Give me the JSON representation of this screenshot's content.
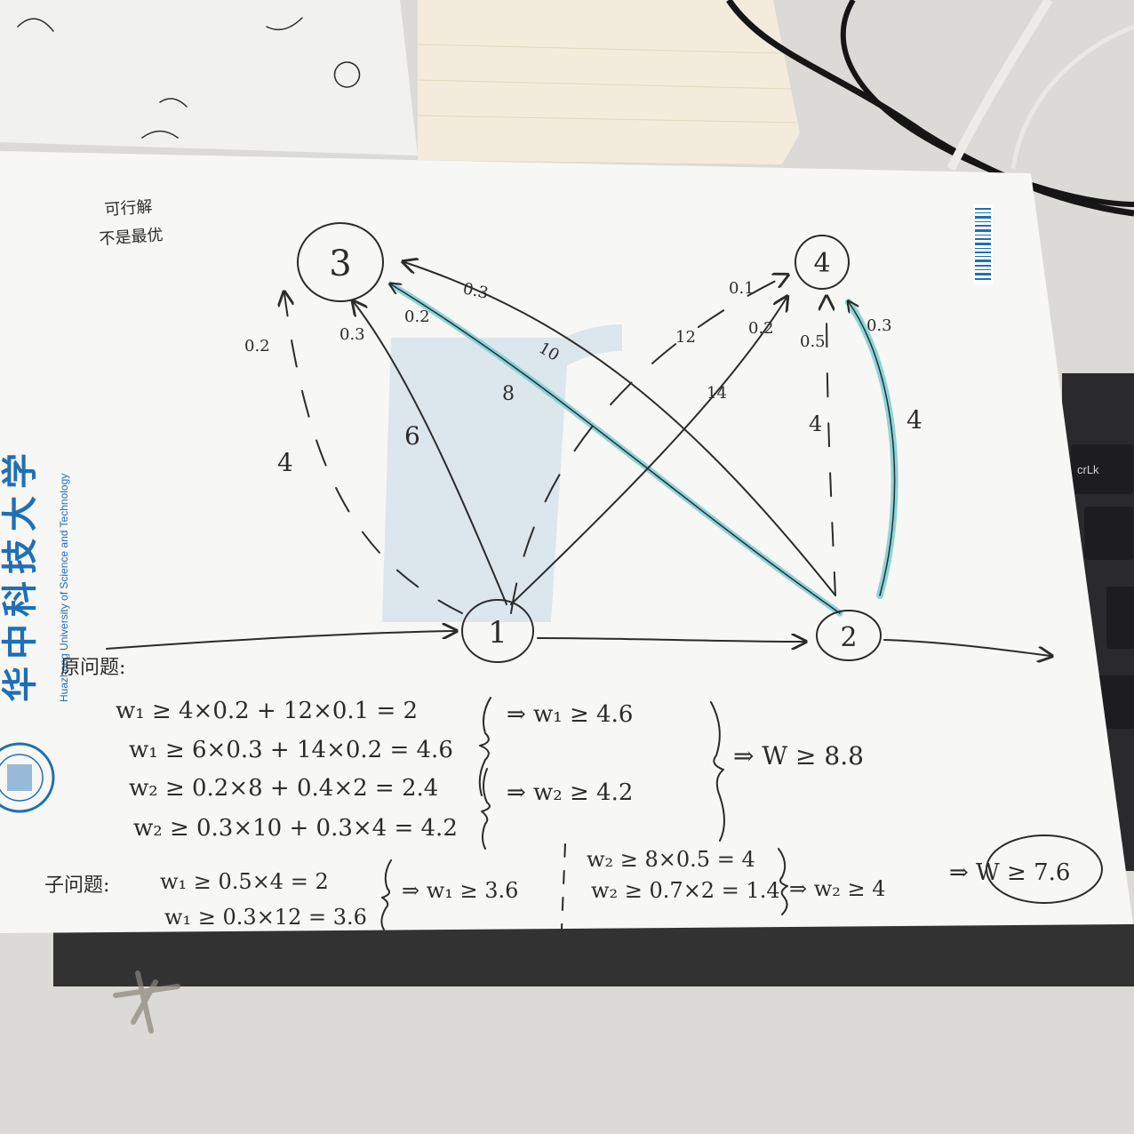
{
  "colors": {
    "desk": "#dcdad6",
    "paper": "#f7f7f5",
    "ink": "#2b2b2b",
    "highlighter": "#7fcfd6",
    "university_blue": "#1f6fb6",
    "keyboard": "#2a2a2c",
    "notebook": "#f3ecdd"
  },
  "university": {
    "cn_name": "华中科技大学",
    "en_name": "Huazhong University of Science and Technology"
  },
  "margin_note": [
    "可行解",
    "不是最优"
  ],
  "keyboard": {
    "key_scrlk": "crLk"
  },
  "graph": {
    "nodes": [
      {
        "id": "n3",
        "label": "3"
      },
      {
        "id": "n4",
        "label": "4"
      },
      {
        "id": "n1",
        "label": "1"
      },
      {
        "id": "n2",
        "label": "2"
      }
    ],
    "edge_labels": {
      "e2_3_top_prob": "0.3",
      "e2_3_top_len": "10",
      "e2_3_teal_prob": "0.2",
      "e2_3_teal_len": "8",
      "e1_3_solid_prob": "0.3",
      "e1_3_solid_len": "6",
      "e1_3_dash_prob": "0.2",
      "e1_3_dash_len": "4",
      "e1_4_prob_a": "0.1",
      "e1_4_len_a": "12",
      "e1_4_prob_b": "0.2",
      "e1_4_len_b": "14",
      "e2_4_dash_prob": "0.5",
      "e2_4_dash_len": "4",
      "e2_4_teal_prob": "0.3",
      "e2_4_teal_len": "4"
    }
  },
  "equations": {
    "section1_label": "原问题:",
    "block1": [
      "w₁ ≥ 4×0.2 + 12×0.1 = 2",
      "w₁ ≥ 6×0.3 + 14×0.2 = 4.6",
      "w₂ ≥ 0.2×8 + 0.4×2 = 2.4",
      "w₂ ≥ 0.3×10 + 0.3×4 = 4.2"
    ],
    "implies1a": "⇒ w₁ ≥ 4.6",
    "implies1b": "⇒ w₂ ≥ 4.2",
    "implies1_total": "⇒ W ≥ 8.8",
    "section2_label": "子问题:",
    "block2": [
      "w₁ ≥ 0.5×4 = 2",
      "w₁ ≥ 0.3×12 = 3.6"
    ],
    "implies2a": "⇒ w₁ ≥ 3.6",
    "block3": [
      "w₂ ≥ 8×0.5 = 4",
      "w₂ ≥ 0.7×2 = 1.4"
    ],
    "implies2b": "⇒ w₂ ≥ 4",
    "implies2_total": "⇒ W ≥ 7.6"
  }
}
